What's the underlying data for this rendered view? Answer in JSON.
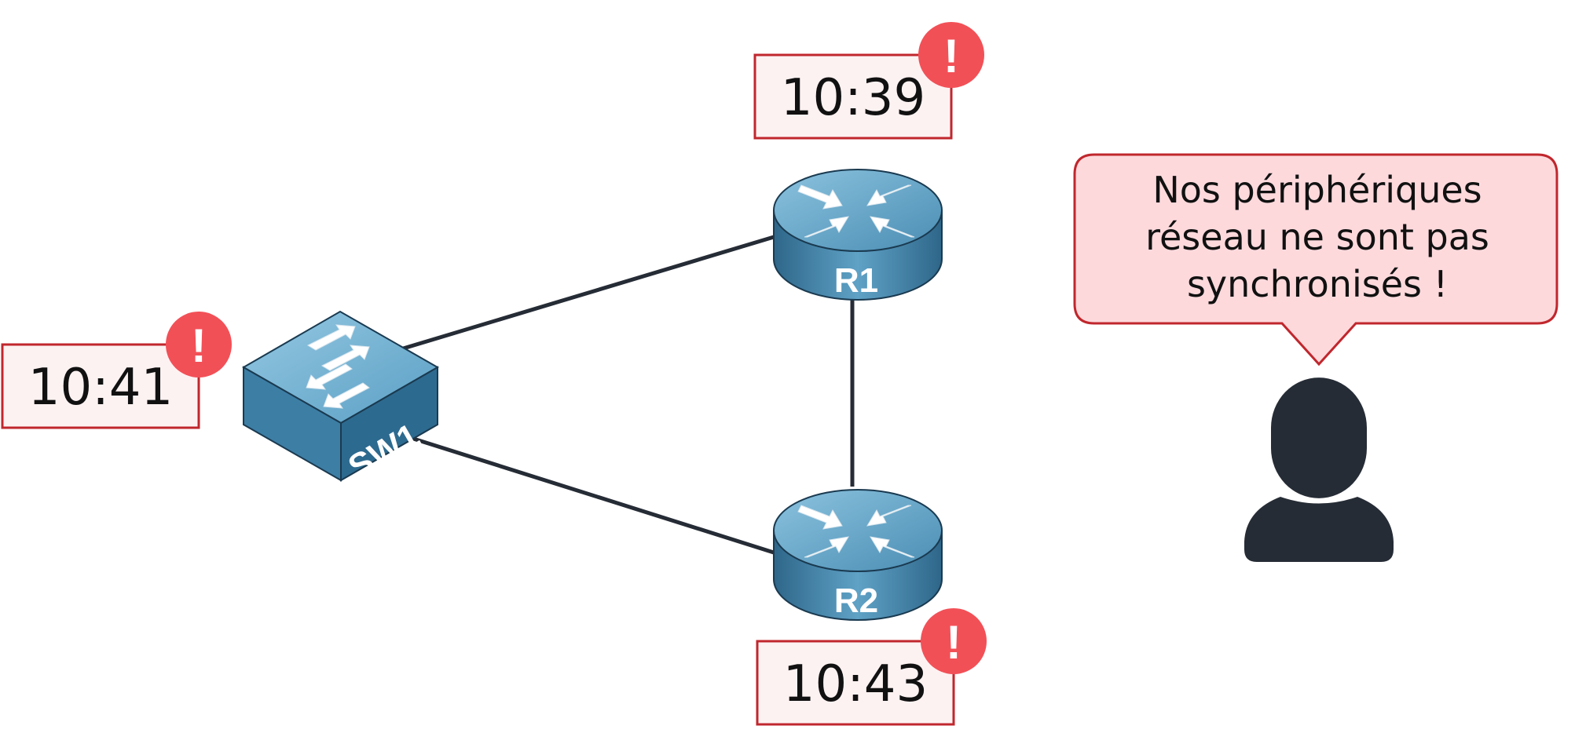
{
  "devices": {
    "switch": {
      "label": "SW1",
      "time": "10:41"
    },
    "router1": {
      "label": "R1",
      "time": "10:39"
    },
    "router2": {
      "label": "R2",
      "time": "10:43"
    }
  },
  "alert": {
    "symbol": "!"
  },
  "speech": {
    "lines": [
      "Nos périphériques",
      "réseau ne sont pas",
      "synchronisés !"
    ]
  },
  "colors": {
    "alert_red": "#f25057",
    "box_border": "#c0272d",
    "box_fill": "#fdf2f2",
    "bubble_fill": "#fdd9dc",
    "device_blue": "#4d91b7",
    "device_dark": "#2b5f7f",
    "link": "#262c35",
    "person": "#262c35"
  }
}
